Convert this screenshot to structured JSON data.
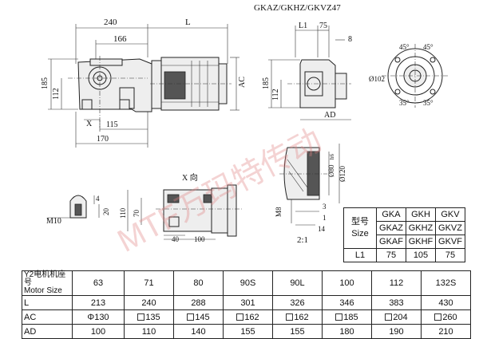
{
  "title": "GKAZ/GKHZ/GKVZ47",
  "dims": {
    "d240": "240",
    "d166": "166",
    "L": "L",
    "d185": "185",
    "d112": "112",
    "AC": "AC",
    "X": "X",
    "d115": "115",
    "d170": "170",
    "L1": "L1",
    "d75": "75",
    "d8": "8",
    "d185b": "185",
    "d112b": "112",
    "AD": "AD",
    "a45a": "45°",
    "a45b": "45°",
    "a35a": "35°",
    "a35b": "35°",
    "d102": "Ø102",
    "d80": "Ø80",
    "h6": "h6",
    "d120": "Ø120",
    "M8": "M8",
    "d3": "3",
    "d1": "1",
    "d14": "14",
    "scale": "2:1",
    "xview": "X 向",
    "d110": "110",
    "d70": "70",
    "d40": "40",
    "d100": "100",
    "d4": "4",
    "d20": "20",
    "M10": "M10"
  },
  "size_table": {
    "header_label": "型号",
    "header_label2": "Size",
    "rows": [
      [
        "GKA",
        "GKH",
        "GKV"
      ],
      [
        "GKAZ",
        "GKHZ",
        "GKVZ"
      ],
      [
        "GKAF",
        "GKHF",
        "GKVF"
      ]
    ],
    "row_label": "L1",
    "values": [
      "75",
      "105",
      "75"
    ]
  },
  "motor_table": {
    "header_cn": "Y2电机机座号",
    "header_en": "Motor Size",
    "sizes": [
      "63",
      "71",
      "80",
      "90S",
      "90L",
      "100",
      "112",
      "132S"
    ],
    "rows": [
      {
        "label": "L",
        "values": [
          "213",
          "240",
          "288",
          "301",
          "326",
          "346",
          "383",
          "430"
        ]
      },
      {
        "label": "AC",
        "values": [
          "Φ130",
          "135",
          "145",
          "162",
          "162",
          "185",
          "204",
          "260"
        ]
      },
      {
        "label": "AD",
        "values": [
          "100",
          "110",
          "140",
          "155",
          "155",
          "180",
          "190",
          "210"
        ]
      }
    ]
  },
  "watermark": "MTF万玛特传动"
}
